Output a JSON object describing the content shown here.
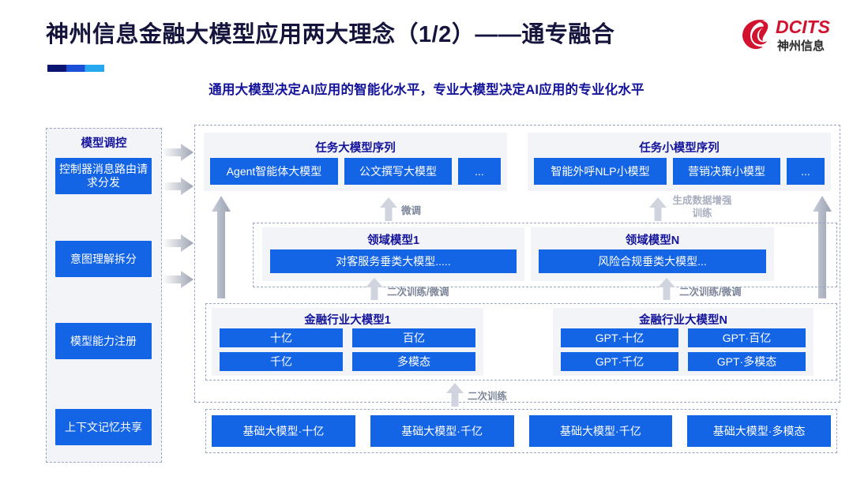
{
  "header": {
    "title": "神州信息金融大模型应用两大理念（1/2）——通专融合",
    "subtitle": "通用大模型决定AI应用的智能化水平，专业大模型决定AI应用的专业化水平",
    "logo": {
      "brand": "DCITS",
      "brand_cn": "神州信息",
      "icon": "dcits-swirl-icon"
    },
    "accent_colors": {
      "title": "#14143c",
      "subtitle": "#14149b",
      "brand_red": "#d2132f",
      "box_blue": "#1464e6",
      "rule_navy": "#0b1470",
      "rule_blue": "#1a4fd6",
      "rule_cyan": "#27a8ee"
    }
  },
  "left_column": {
    "title": "模型调控",
    "items": [
      {
        "label": "控制器消息路由请求分发"
      },
      {
        "label": "意图理解拆分"
      },
      {
        "label": "模型能力注册"
      },
      {
        "label": "上下文记忆共享"
      }
    ]
  },
  "task_big": {
    "title": "任务大模型序列",
    "items": [
      "Agent智能体大模型",
      "公文撰写大模型",
      "..."
    ]
  },
  "task_small": {
    "title": "任务小模型序列",
    "items": [
      "智能外呼NLP小模型",
      "营销决策小模型",
      "..."
    ]
  },
  "domain_models": [
    {
      "title": "领域模型1",
      "item": "对客服务垂类大模型....."
    },
    {
      "title": "领域模型N",
      "item": "风险合规垂类大模型..."
    }
  ],
  "industry_models": [
    {
      "title": "金融行业大模型1",
      "items": [
        "十亿",
        "百亿",
        "千亿",
        "多模态"
      ]
    },
    {
      "title": "金融行业大模型N",
      "items": [
        "GPT·十亿",
        "GPT·百亿",
        "GPT·千亿",
        "GPT·多模态"
      ]
    }
  ],
  "base_models": [
    "基础大模型·十亿",
    "基础大模型·千亿",
    "基础大模型·千亿",
    "基础大模型·多模态"
  ],
  "flow_labels": {
    "finetune": "微调",
    "gen_data_aug": "生成数据增强训练",
    "retrain_finetune_left": "二次训练/微调",
    "retrain_finetune_right": "二次训练/微调",
    "retrain": "二次训练"
  }
}
